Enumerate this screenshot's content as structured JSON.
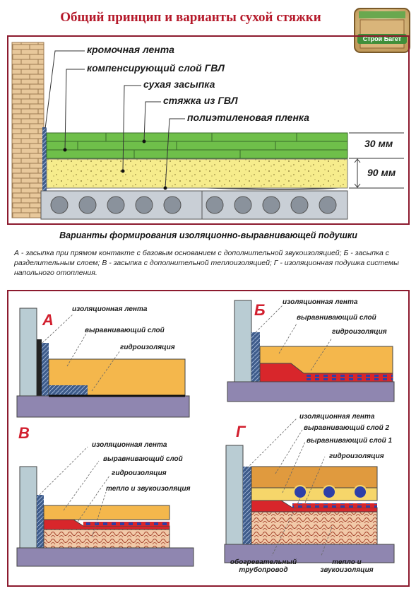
{
  "title": "Общий принцип и варианты сухой стяжки",
  "logo_text": "Строй Багет",
  "main": {
    "labels": {
      "edge_tape": "кромочная лента",
      "comp_layer": "компенсирующий слой ГВЛ",
      "dry_fill": "сухая засыпка",
      "gvl_screed": "стяжка из ГВЛ",
      "pe_film": "полиэтиленовая пленка"
    },
    "dims": {
      "top": "30 мм",
      "bottom": "90 мм"
    }
  },
  "subtitle": "Варианты формирования изоляционно-выравнивающей подушки",
  "description": "А - засыпка при прямом контакте с базовым основанием с дополнительной звукоизоляцией; Б - засыпка с разделительным слоем; В - засыпка с дополнительной теплоизоляцией; Г - изоляционная подушка системы напольного отопления.",
  "variants": {
    "a": {
      "letter": "А",
      "l1": "изоляционная лента",
      "l2": "выравнивающий слой",
      "l3": "гидроизоляция"
    },
    "b": {
      "letter": "Б",
      "l1": "изоляционная лента",
      "l2": "выравнивающий слой",
      "l3": "гидроизоляция"
    },
    "v": {
      "letter": "В",
      "l1": "изоляционная лента",
      "l2": "выравнивающий слой",
      "l3": "гидроизоляция",
      "l4": "тепло и звукоизоляция"
    },
    "g": {
      "letter": "Г",
      "l1": "изоляционная лента",
      "l2": "выравнивающий слой 2",
      "l3": "выравнивающий слой 1",
      "l4": "гидроизоляция",
      "l5": "обогревательный трубопровод",
      "l6": "тепло и звукоизоляция"
    }
  },
  "colors": {
    "frame": "#8c1a2e",
    "title": "#b5192a",
    "green": "#6fbf4a",
    "sand": "#f6ec8c",
    "concrete": "#c9cfd6",
    "orange": "#f4b74c",
    "wall": "#b9ccd3",
    "brick": "#e8c89b",
    "base": "#8f86b0",
    "red": "#d8262b",
    "blue": "#2d3fa8"
  }
}
